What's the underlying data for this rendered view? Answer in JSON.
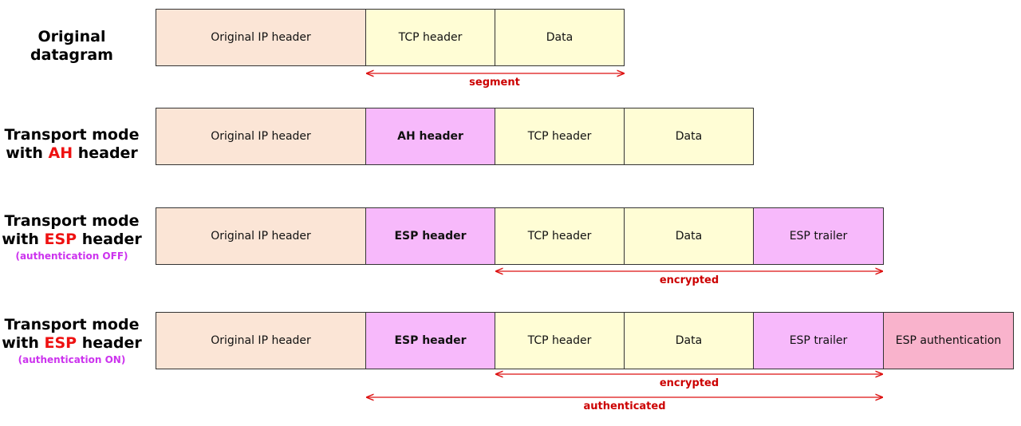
{
  "rows": [
    {
      "label_lines": [
        "Original datagram"
      ],
      "cells": [
        {
          "text": "Original IP header",
          "kind": "ip"
        },
        {
          "text": "TCP header",
          "kind": "tcp"
        },
        {
          "text": "Data",
          "kind": "tcp"
        }
      ]
    },
    {
      "label_line1": "Transport mode",
      "label_with": "with ",
      "label_accent": "AH",
      "label_suffix": " header",
      "cells": [
        {
          "text": "Original IP header",
          "kind": "ip"
        },
        {
          "text": "AH header",
          "kind": "esp"
        },
        {
          "text": "TCP header",
          "kind": "tcp"
        },
        {
          "text": "Data",
          "kind": "tcp"
        }
      ]
    },
    {
      "label_line1": "Transport mode",
      "label_with": "with ",
      "label_accent": "ESP",
      "label_suffix": " header",
      "label_note": "(authentication OFF)",
      "cells": [
        {
          "text": "Original IP header",
          "kind": "ip"
        },
        {
          "text": "ESP header",
          "kind": "esp"
        },
        {
          "text": "TCP header",
          "kind": "tcp"
        },
        {
          "text": "Data",
          "kind": "tcp"
        },
        {
          "text": "ESP trailer",
          "kind": "esp"
        }
      ]
    },
    {
      "label_line1": "Transport mode",
      "label_with": "with ",
      "label_accent": "ESP",
      "label_suffix": " header",
      "label_note": "(authentication ON)",
      "cells": [
        {
          "text": "Original IP header",
          "kind": "ip"
        },
        {
          "text": "ESP header",
          "kind": "esp"
        },
        {
          "text": "TCP header",
          "kind": "tcp"
        },
        {
          "text": "Data",
          "kind": "tcp"
        },
        {
          "text": "ESP trailer",
          "kind": "esp"
        },
        {
          "text": "ESP authentication",
          "kind": "auth"
        }
      ]
    }
  ],
  "spans": {
    "segment": "segment",
    "encrypted_off": "encrypted",
    "encrypted_on": "encrypted",
    "authenticated": "authenticated"
  },
  "colors": {
    "ip": "#fbe5d6",
    "tcp": "#fffdd5",
    "esp": "#f7b9fb",
    "auth": "#f9b3cc",
    "accent": "#ee1111",
    "note": "#cc33ee",
    "arrow": "#dd1111"
  }
}
